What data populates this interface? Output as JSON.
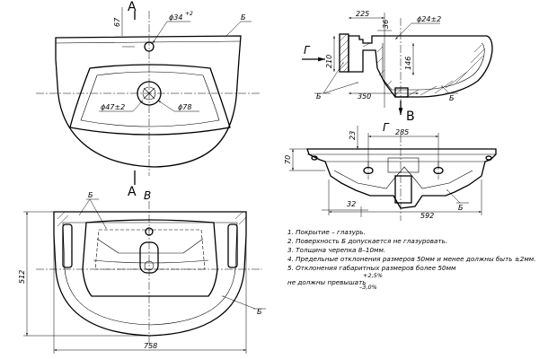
{
  "views": {
    "top": {
      "section_label": "А",
      "dims": {
        "d67": "67",
        "d34": "ϕ34",
        "d34_tol": "+2",
        "d47": "ϕ47±2",
        "d78": "ϕ78"
      },
      "surface_label": "Б"
    },
    "side_section": {
      "dims": {
        "d225": "225",
        "d36": "36",
        "d24": "ϕ24±2",
        "d210": "210",
        "d146": "146",
        "d350": "350"
      },
      "surface_label": "Б",
      "view_g": "Г",
      "view_v": "В"
    },
    "front": {
      "view_label": "Г",
      "dims": {
        "d285": "285",
        "d23": "23",
        "d70": "70",
        "d32": "32",
        "d592": "592"
      },
      "surface_label": "Б"
    },
    "bottom": {
      "view_label": "В",
      "dims": {
        "d512": "512",
        "d758": "758"
      },
      "surface_label": "Б"
    }
  },
  "notes": {
    "n1": "1. Покрытие – глазурь.",
    "n2": "2. Поверхность Б допускается не глазуровать.",
    "n3": "3. Толщина черепка 8–10мм.",
    "n4": "4. Предельные отклонения размеров 50мм и менее должны быть ±2мм.",
    "n5": "5. Отклонения габаритных размеров более 50мм",
    "n5_tol_plus": "+2,5%",
    "n6": "не должны превышать",
    "n6_tol_minus": "–3,0%"
  }
}
